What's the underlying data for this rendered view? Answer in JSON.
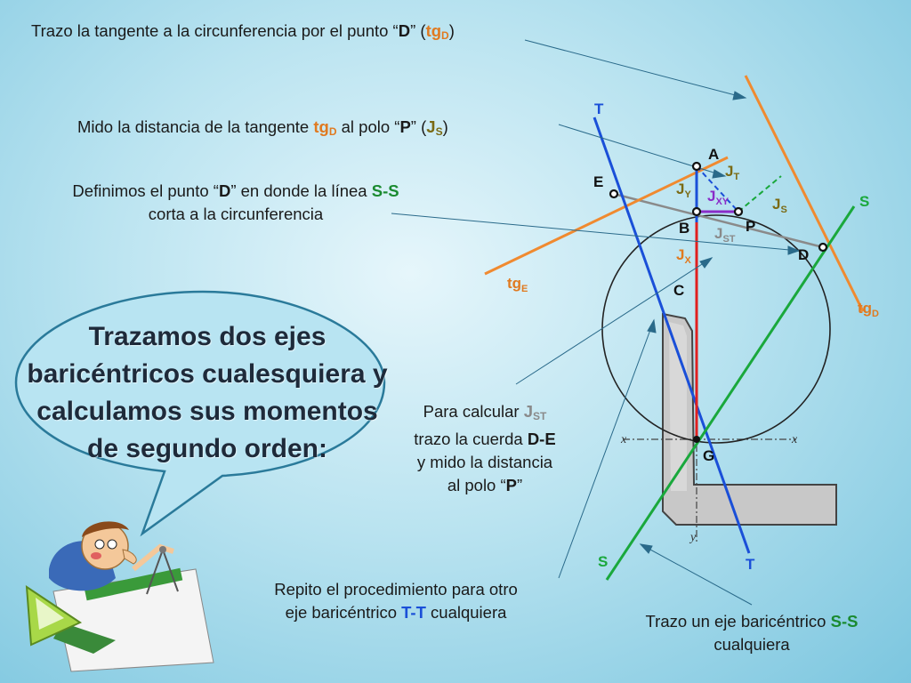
{
  "notes": {
    "tangent_d": {
      "pre": "Trazo la tangente a la circunferencia por el punto “",
      "point": "D",
      "mid": "” (",
      "tg": "tg",
      "sub": "D",
      "post": ")"
    },
    "distance_p": {
      "pre": "Mido la distancia de la tangente ",
      "tg": "tg",
      "tgsub": "D",
      "mid": " al polo “",
      "point": "P",
      "mid2": "” (",
      "j": "J",
      "jsub": "S",
      "post": ")"
    },
    "define_d_line1": {
      "pre": "Definimos el punto “",
      "point": "D",
      "mid": "” en donde la línea ",
      "ss": "S-S"
    },
    "define_d_line2": "corta a la circunferencia",
    "jst_line1": {
      "pre": "Para calcular ",
      "j": "J",
      "jsub": "ST"
    },
    "jst_line2": {
      "pre": "trazo la cuerda ",
      "chord": "D-E"
    },
    "jst_line3": "y mido la distancia",
    "jst_line4": {
      "pre": "al polo “",
      "point": "P",
      "post": "”"
    },
    "repeat_line1": "Repito el procedimiento para otro",
    "repeat_line2": {
      "pre": "eje baricéntrico ",
      "axis": "T-T",
      "post": " cualquiera"
    },
    "axis_ss_line1": {
      "pre": "Trazo un eje baricéntrico ",
      "axis": "S-S"
    },
    "axis_ss_line2": "cualquiera"
  },
  "bubble": {
    "line1": "Trazamos dos ejes",
    "line2": "baricéntricos cualesquiera y",
    "line3": "calculamos sus momentos",
    "line4": "de segundo orden:"
  },
  "diagram_labels": {
    "T_top": "T",
    "T_bottom": "T",
    "S_right": "S",
    "S_bottom": "S",
    "A": "A",
    "B": "B",
    "C": "C",
    "D": "D",
    "E": "E",
    "G": "G",
    "P": "P",
    "JT": "J",
    "JT_sub": "T",
    "JY": "J",
    "JY_sub": "Y",
    "JXY": "J",
    "JXY_sub": "XY",
    "JS": "J",
    "JS_sub": "S",
    "JST": "J",
    "JST_sub": "ST",
    "JX": "J",
    "JX_sub": "X",
    "tgE": "tg",
    "tgE_sub": "E",
    "tgD": "tg",
    "tgD_sub": "D",
    "x_left": "x",
    "x_right": "x",
    "y_bottom": "y"
  },
  "colors": {
    "tangent_orange": "#f08a30",
    "axis_blue": "#1a4fd8",
    "axis_green": "#1aa83c",
    "segment_red": "#e02020",
    "segment_purple": "#8a2cc8",
    "chord_gray": "#8a8a8a",
    "label_gray": "#8a8a8a",
    "label_olive": "#7a6a14",
    "bubble_fill": "#b8e4f2",
    "bubble_stroke": "#2a7a9a"
  }
}
